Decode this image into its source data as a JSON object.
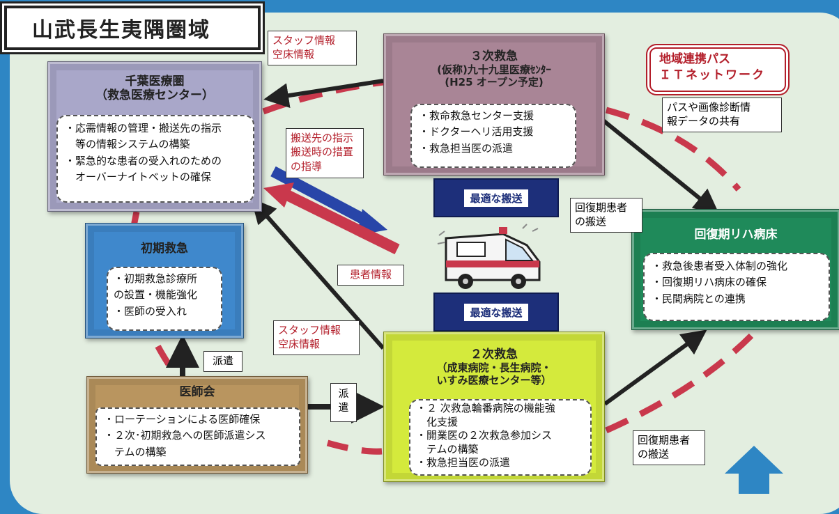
{
  "title": "山武長生夷隅圏域",
  "chiba": {
    "title_line1": "千葉医療圏",
    "title_line2": "（救急医療センター）",
    "items": [
      "・応需情報の管理・搬送先の指示",
      "　等の情報システムの構築",
      "・緊急的な患者の受入れのための",
      "　オーバーナイトベットの確保"
    ]
  },
  "tertiary": {
    "title_line1": "３次救急",
    "title_line2": "(仮称)九十九里医療ｾﾝﾀｰ",
    "title_line3": "(H25 オープン予定)",
    "items": [
      "・救命救急センター支援",
      "・ドクターヘリ活用支援",
      "・救急担当医の派遣"
    ]
  },
  "primary": {
    "title": "初期救急",
    "items": [
      "・初期救急診療所",
      "の設置・機能強化",
      "・医師の受入れ"
    ]
  },
  "ishikai": {
    "title": "医師会",
    "items": [
      "・ローテーションによる医師確保",
      "・２次･初期救急への医師派遣シス",
      "　テムの構築"
    ]
  },
  "secondary": {
    "title_line1": "２次救急",
    "title_line2": "（成東病院・長生病院・",
    "title_line3": "いすみ医療センター等）",
    "items": [
      "・２ 次救急輪番病院の機能強",
      "　化支援",
      "・開業医の２次救急参加シス",
      "　テムの構築",
      "・救急担当医の派遣"
    ]
  },
  "rehab": {
    "title": "回復期リハ病床",
    "items": [
      "・救急後患者受入体制の強化",
      "・回復期リハ病床の確保",
      "・民間病院との連携"
    ]
  },
  "network": {
    "line1": "地域連携パス",
    "line2": "ＩＴネットワーク"
  },
  "callouts": {
    "staff_top_1": "スタッフ情報",
    "staff_top_2": "空床情報",
    "transport_1": "搬送先の指示",
    "transport_2": "搬送時の措置",
    "transport_3": "の指導",
    "patient_info": "患者情報",
    "staff_bottom_1": "スタッフ情報",
    "staff_bottom_2": "空床情報",
    "rehab_upper_1": "回復期患者",
    "rehab_upper_2": "の搬送",
    "rehab_lower_1": "回復期患者",
    "rehab_lower_2": "の搬送",
    "share_1": "パスや画像診断情",
    "share_2": "報データの共有",
    "dispatch_vertical": "派遣",
    "dispatch_horizontal_1": "派",
    "dispatch_horizontal_2": "遣"
  },
  "optimal_top": "最適な搬送",
  "optimal_bottom": "最適な搬送",
  "icons": {
    "ambulance": "ambulance-icon"
  },
  "colors": {
    "chiba": "#a9a7c9",
    "tertiary": "#a98596",
    "primary": "#3f88cc",
    "ishikai": "#b9955f",
    "secondary": "#d4ea3c",
    "rehab": "#1f8a5a",
    "route": "#c9384c",
    "navy": "#1d2f7a"
  }
}
